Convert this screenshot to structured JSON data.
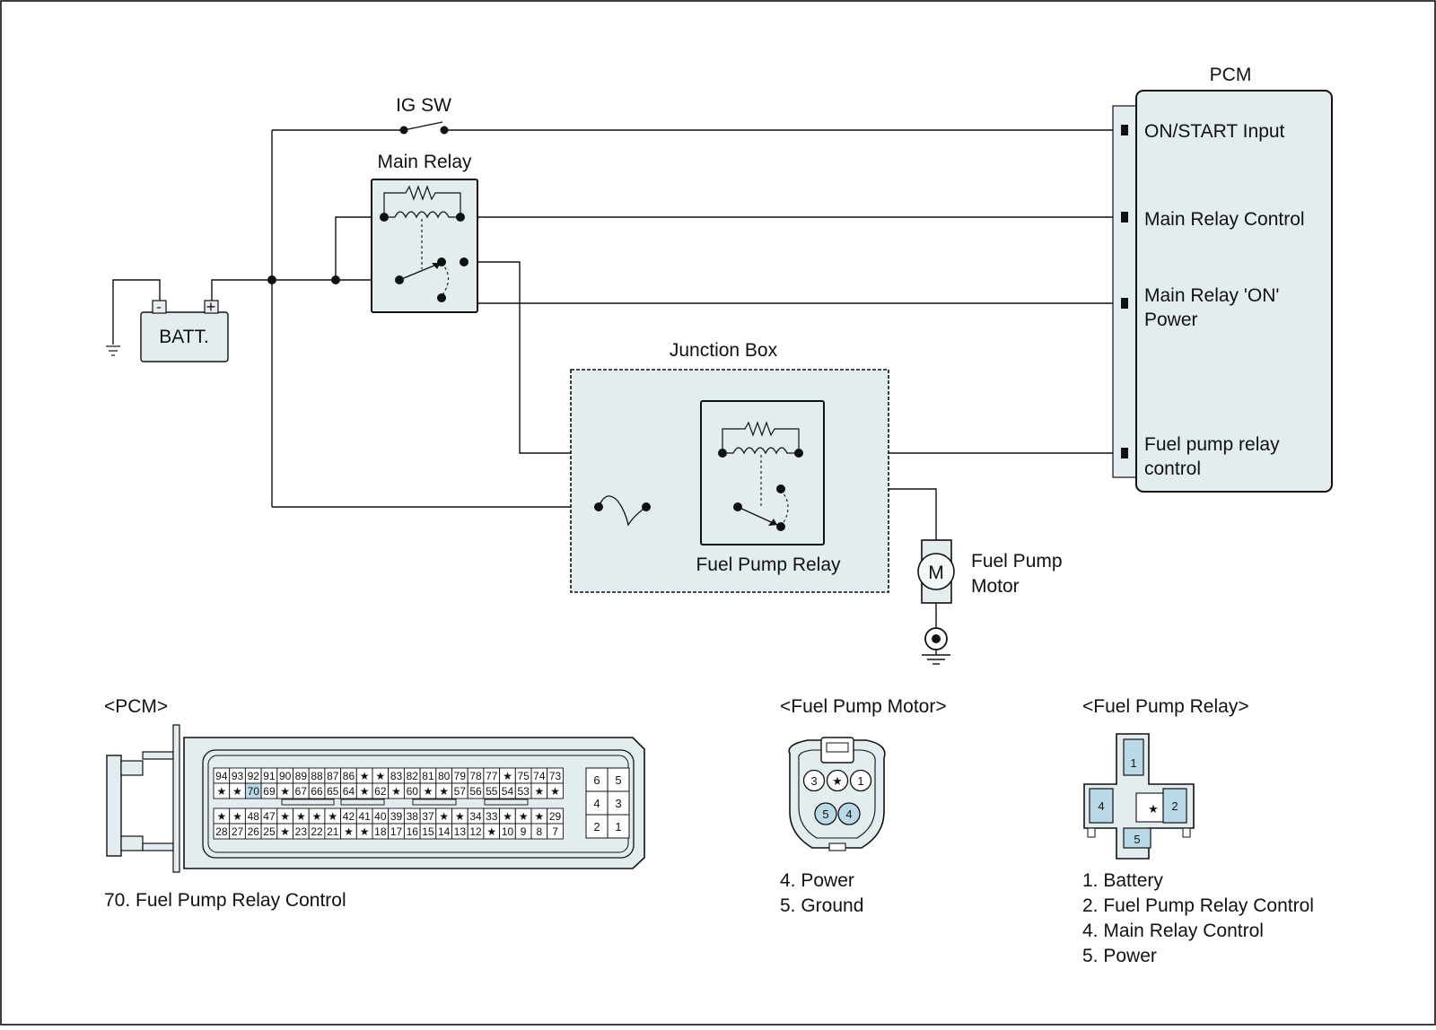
{
  "schematic": {
    "ig_sw": "IG SW",
    "main_relay": "Main Relay",
    "battery": "BATT.",
    "battery_neg": "-",
    "battery_pos": "+",
    "junction_box": "Junction Box",
    "fuel_pump_relay": "Fuel Pump Relay",
    "motor_symbol": "M",
    "motor_label": [
      "Fuel Pump",
      "Motor"
    ],
    "pcm": {
      "title": "PCM",
      "on_start": "ON/START Input",
      "main_relay_control": "Main Relay Control",
      "main_relay_on": [
        "Main Relay 'ON'",
        "Power"
      ],
      "fuel_pump_relay_control": [
        "Fuel pump relay",
        "control"
      ]
    }
  },
  "pcm_connector": {
    "title": "<PCM>",
    "row1": [
      "94",
      "93",
      "92",
      "91",
      "90",
      "89",
      "88",
      "87",
      "86",
      "★",
      "★",
      "83",
      "82",
      "81",
      "80",
      "79",
      "78",
      "77",
      "★",
      "75",
      "74",
      "73"
    ],
    "row2": [
      "★",
      "★",
      "70",
      "69",
      "★",
      "67",
      "66",
      "65",
      "64",
      "★",
      "62",
      "★",
      "60",
      "★",
      "★",
      "57",
      "56",
      "55",
      "54",
      "53",
      "★",
      "★"
    ],
    "row3": [
      "★",
      "★",
      "48",
      "47",
      "★",
      "★",
      "★",
      "★",
      "42",
      "41",
      "40",
      "39",
      "38",
      "37",
      "★",
      "★",
      "34",
      "33",
      "★",
      "★",
      "★",
      "29"
    ],
    "row4": [
      "28",
      "27",
      "26",
      "25",
      "★",
      "23",
      "22",
      "21",
      "★",
      "★",
      "18",
      "17",
      "16",
      "15",
      "14",
      "13",
      "12",
      "★",
      "10",
      "9",
      "8",
      "7"
    ],
    "side": [
      "6",
      "5",
      "4",
      "3",
      "2",
      "1"
    ],
    "highlight": "70",
    "highlight_color": "#b9d9e6",
    "note": "70. Fuel Pump Relay Control"
  },
  "fuel_pump_motor_connector": {
    "title": "<Fuel Pump Motor>",
    "pins_top": [
      "3",
      "★",
      "1"
    ],
    "pins_bottom": [
      "5",
      "4"
    ],
    "legend": [
      "4. Power",
      "5. Ground"
    ]
  },
  "fuel_pump_relay_connector": {
    "title": "<Fuel Pump Relay>",
    "pins": [
      "1",
      "2",
      "★",
      "4",
      "5"
    ],
    "legend": [
      "1. Battery",
      "2. Fuel Pump Relay Control",
      "4. Main Relay Control",
      "5. Power"
    ]
  },
  "colors": {
    "panel_fill": "#e3ecee",
    "pin_highlight": "#b9d9e6",
    "line": "#111111"
  }
}
